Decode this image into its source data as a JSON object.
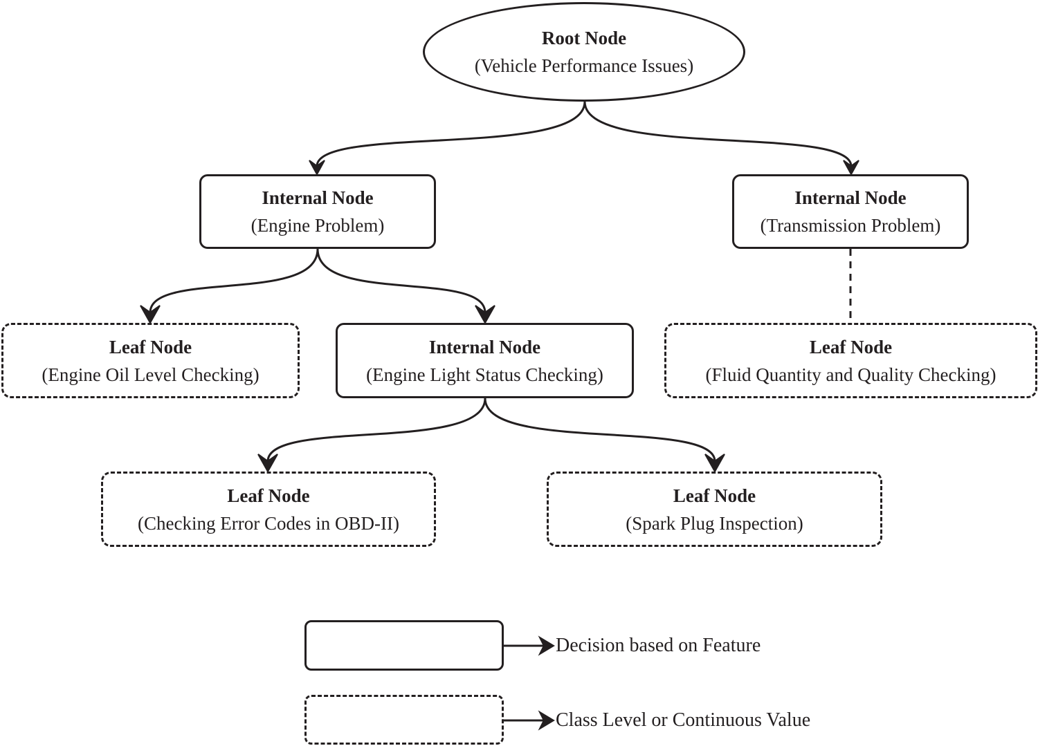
{
  "nodes": {
    "root": {
      "title": "Root Node",
      "subtitle": "(Vehicle Performance Issues)"
    },
    "engine": {
      "title": "Internal Node",
      "subtitle": "(Engine Problem)"
    },
    "transmission": {
      "title": "Internal Node",
      "subtitle": "(Transmission Problem)"
    },
    "oil": {
      "title": "Leaf Node",
      "subtitle": "(Engine Oil Level Checking)"
    },
    "light": {
      "title": "Internal Node",
      "subtitle": "(Engine Light Status Checking)"
    },
    "fluid": {
      "title": "Leaf Node",
      "subtitle": "(Fluid Quantity and Quality Checking)"
    },
    "obd": {
      "title": "Leaf Node",
      "subtitle": "(Checking Error Codes in OBD-II)"
    },
    "spark": {
      "title": "Leaf Node",
      "subtitle": "(Spark Plug Inspection)"
    }
  },
  "legend": {
    "decision": "Decision based on Feature",
    "class": "Class Level or Continuous Value"
  },
  "colors": {
    "stroke": "#231f20",
    "background": "#ffffff"
  }
}
